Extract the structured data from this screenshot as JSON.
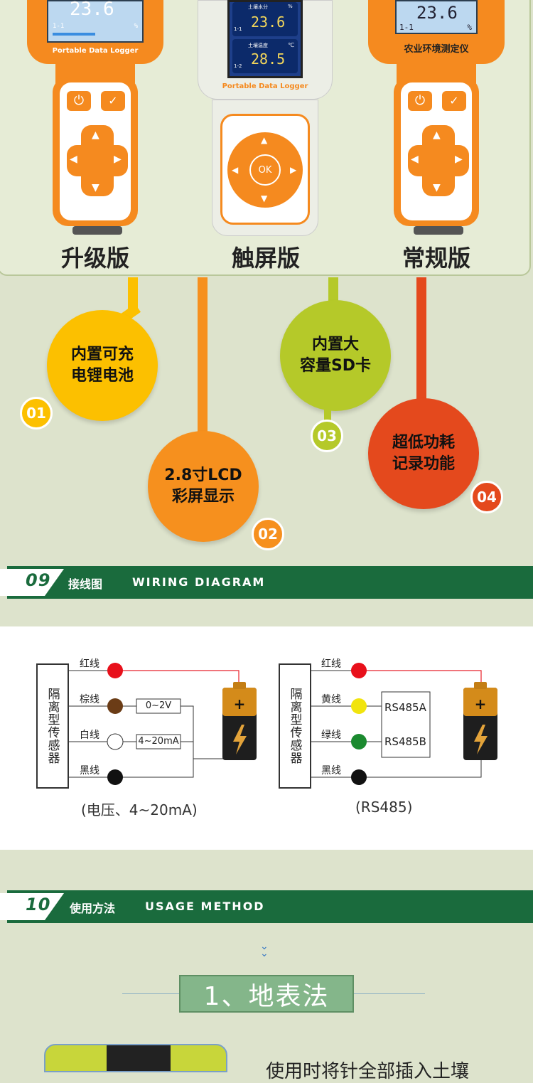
{
  "products": {
    "variants": [
      "升级版",
      "触屏版",
      "常规版"
    ],
    "left_device": {
      "reading": "23.6",
      "row": "1-1",
      "unit": "%",
      "brand": "Portable Data Logger"
    },
    "middle_device": {
      "row1_label": "土壤水分",
      "row1_value": "23.6",
      "row1_unit": "%",
      "row1_id": "1-1",
      "row2_label": "土壤温度",
      "row2_value": "28.5",
      "row2_unit": "℃",
      "row2_id": "1-2",
      "brand": "Portable Data Logger",
      "ok_label": "OK"
    },
    "right_device": {
      "reading": "23.6",
      "row": "1-1",
      "unit": "%",
      "brand": "农业环境测定仪"
    }
  },
  "features": [
    {
      "number": "01",
      "text_line1": "内置可充",
      "text_line2": "电锂电池",
      "color": "#fcc000"
    },
    {
      "number": "02",
      "text_line1": "2.8寸LCD",
      "text_line2": "彩屏显示",
      "color": "#f6901e"
    },
    {
      "number": "03",
      "text_line1": "内置大",
      "text_line2": "容量SD卡",
      "color": "#b5c929"
    },
    {
      "number": "04",
      "text_line1": "超低功耗",
      "text_line2": "记录功能",
      "color": "#e4491d"
    }
  ],
  "section_wiring": {
    "number": "09",
    "title_zh": "接线图",
    "title_en": "WIRING DIAGRAM"
  },
  "wiring": {
    "left": {
      "sensor": "隔离型传感器",
      "wires": [
        "红线",
        "棕线",
        "白线",
        "黑线"
      ],
      "box1": "0~2V",
      "box2": "4~20mA",
      "caption": "(电压、4~20mA)"
    },
    "right": {
      "sensor": "隔离型传感器",
      "wires": [
        "红线",
        "黄线",
        "绿线",
        "黑线"
      ],
      "box1": "RS485A",
      "box2": "RS485B",
      "caption": "(RS485)"
    }
  },
  "section_usage": {
    "number": "10",
    "title_zh": "使用方法",
    "title_en": "USAGE METHOD"
  },
  "usage": {
    "method_title": "1、地表法",
    "instruction_partial": "使用时将针全部插入土壤"
  },
  "colors": {
    "green_header": "#1a6b3d",
    "orange": "#f58a1f",
    "bg": "#dde3cc"
  }
}
